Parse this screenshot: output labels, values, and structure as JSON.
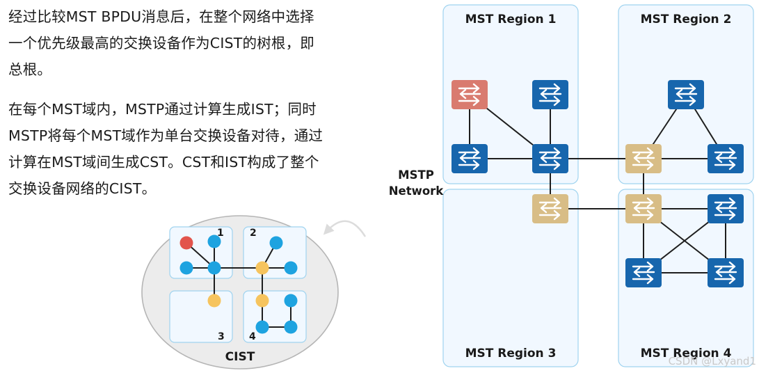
{
  "description": {
    "paragraph1": [
      "经过比较MST BPDU消息后，在整个网络中选择",
      "一个优先级最高的交换设备作为CIST的树根，即",
      "总根。"
    ],
    "paragraph2": [
      "在每个MST域内，MSTP通过计算生成IST；同时",
      "MSTP将每个MST域作为单台交换设备对待，通过",
      "计算在MST域间生成CST。CST和IST构成了整个",
      "交换设备网络的CIST。"
    ]
  },
  "network": {
    "label_line1": "MSTP",
    "label_line2": "Network",
    "regions": [
      {
        "label": "MST Region 1"
      },
      {
        "label": "MST Region 2"
      },
      {
        "label": "MST Region 3"
      },
      {
        "label": "MST Region 4"
      }
    ]
  },
  "cist": {
    "title": "CIST",
    "region_numbers": [
      "1",
      "2",
      "3",
      "4"
    ]
  },
  "colors": {
    "root_switch": "#d97b6f",
    "regular_switch": "#1766ad",
    "boundary_switch": "#d8bd86",
    "root_node": "#e2544c",
    "regular_node": "#1ea3e0",
    "boundary_node": "#f6c45e"
  },
  "watermark": "CSDN @Lxyand1"
}
